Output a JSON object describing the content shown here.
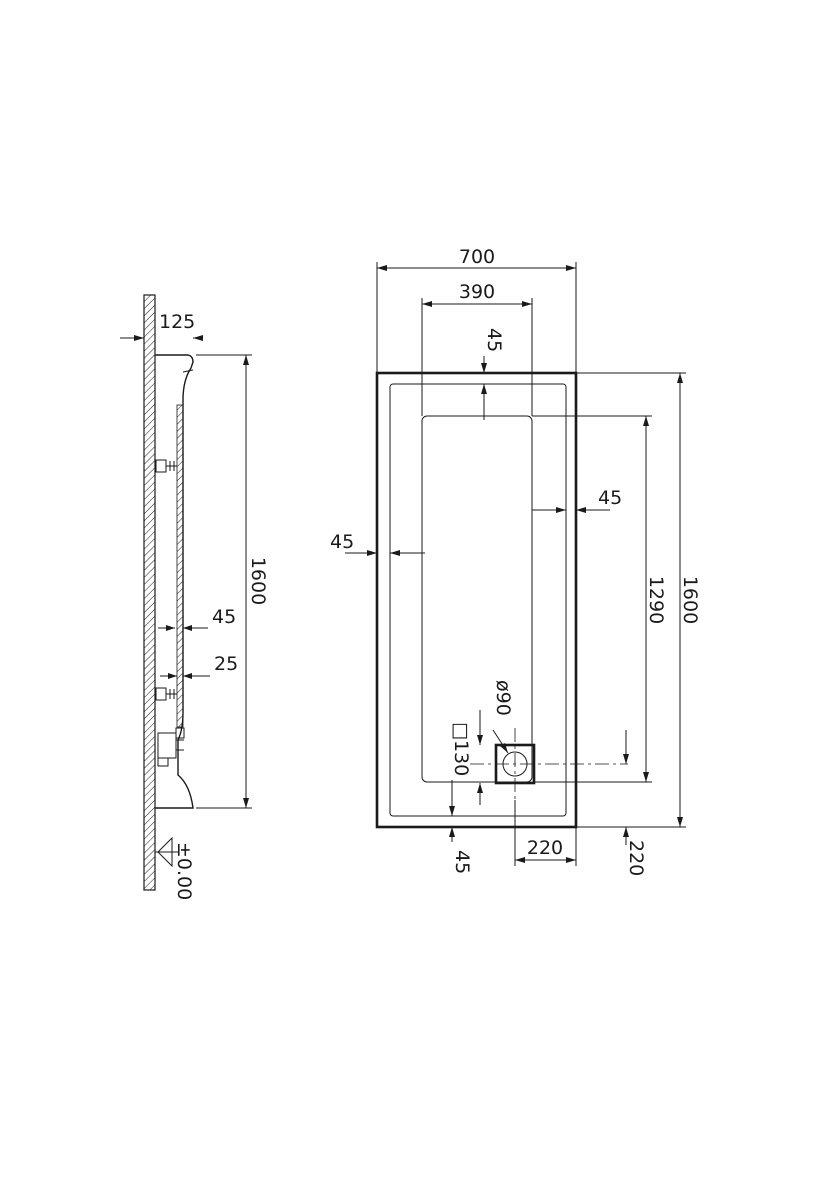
{
  "side_view": {
    "depth": "125",
    "length": "1600",
    "rim": "45",
    "step": "25",
    "floor_level": "±0.00"
  },
  "plan_view": {
    "width": "700",
    "inner_width": "390",
    "top_margin": "45",
    "right_margin": "45",
    "left_margin": "45",
    "bottom_margin": "45",
    "inner_length": "1290",
    "length": "1600",
    "drain_diameter": "ø90",
    "drain_box": "□130",
    "drain_x": "220",
    "drain_y": "220"
  }
}
